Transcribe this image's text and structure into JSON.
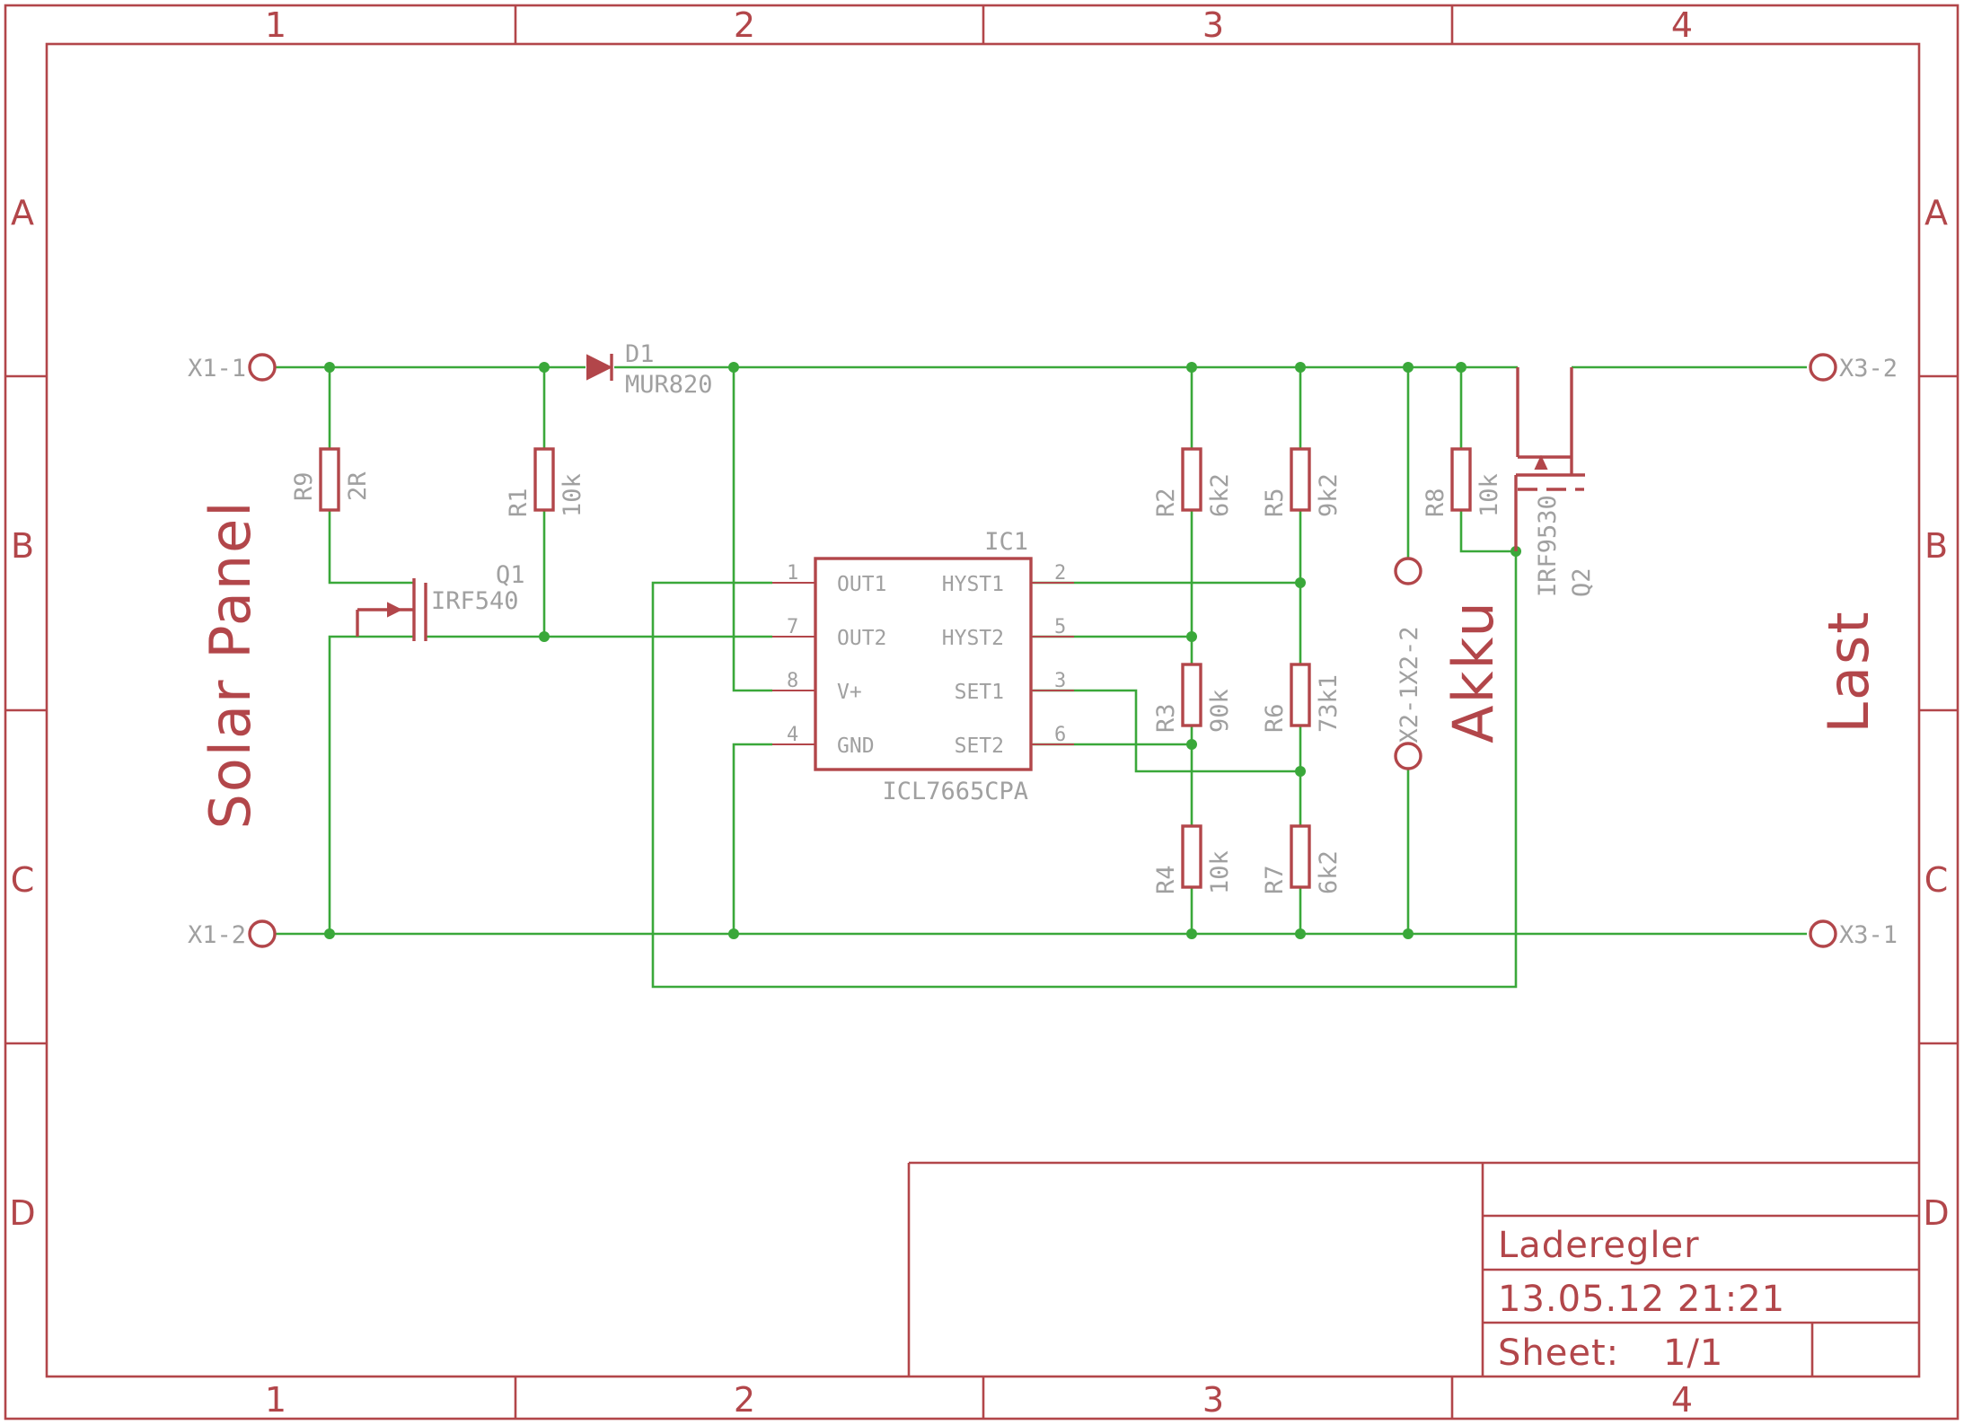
{
  "frame": {
    "columns": [
      "1",
      "2",
      "3",
      "4"
    ],
    "rows": [
      "A",
      "B",
      "C",
      "D"
    ]
  },
  "connectors": {
    "x1_1": "X1-1",
    "x1_2": "X1-2",
    "x2_1": "X2-1",
    "x2_2": "X2-2",
    "x3_1": "X3-1",
    "x3_2": "X3-2"
  },
  "labels": {
    "solar_panel": "Solar Panel",
    "akku": "Akku",
    "last": "Last"
  },
  "components": {
    "d1": {
      "name": "D1",
      "value": "MUR820"
    },
    "q1": {
      "name": "Q1",
      "value": "IRF540"
    },
    "q2": {
      "name": "Q2",
      "value": "IRF9530"
    },
    "r1": {
      "name": "R1",
      "value": "10k"
    },
    "r2": {
      "name": "R2",
      "value": "6k2"
    },
    "r3": {
      "name": "R3",
      "value": "90k"
    },
    "r4": {
      "name": "R4",
      "value": "10k"
    },
    "r5": {
      "name": "R5",
      "value": "9k2"
    },
    "r6": {
      "name": "R6",
      "value": "73k1"
    },
    "r7": {
      "name": "R7",
      "value": "6k2"
    },
    "r8": {
      "name": "R8",
      "value": "10k"
    },
    "r9": {
      "name": "R9",
      "value": "2R"
    },
    "ic1": {
      "name": "IC1",
      "value": "ICL7665CPA",
      "pins": {
        "out1": {
          "num": "1",
          "label": "OUT1"
        },
        "out2": {
          "num": "7",
          "label": "OUT2"
        },
        "vplus": {
          "num": "8",
          "label": "V+"
        },
        "gnd": {
          "num": "4",
          "label": "GND"
        },
        "hyst1": {
          "num": "2",
          "label": "HYST1"
        },
        "hyst2": {
          "num": "5",
          "label": "HYST2"
        },
        "set1": {
          "num": "3",
          "label": "SET1"
        },
        "set2": {
          "num": "6",
          "label": "SET2"
        }
      }
    }
  },
  "title_block": {
    "title": "Laderegler",
    "date": "13.05.12 21:21",
    "sheet_label": "Sheet:",
    "sheet_value": "1/1"
  }
}
